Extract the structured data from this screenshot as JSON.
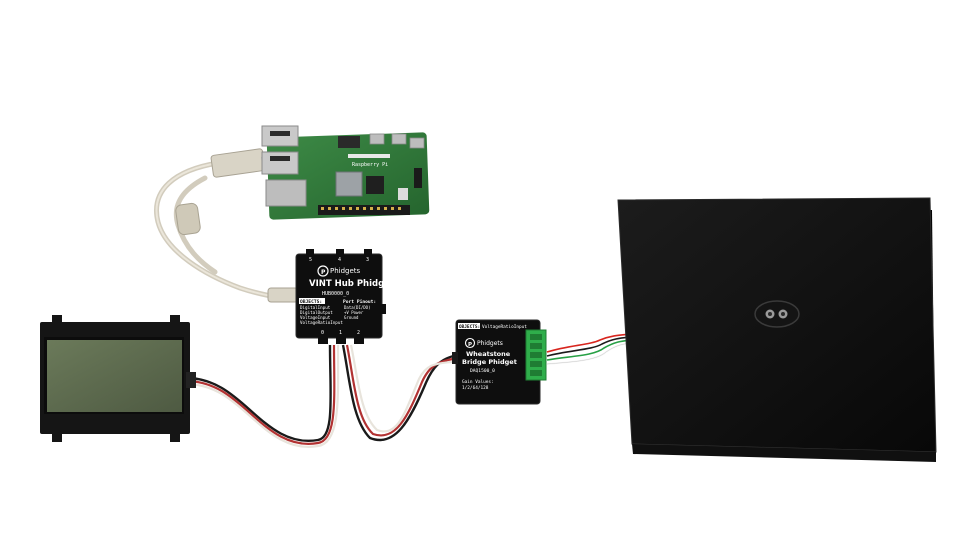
{
  "hub": {
    "brand": "Phidgets",
    "title": "VINT Hub Phidget",
    "model": "HUB0000_0",
    "objects_header": "OBJECTS:",
    "objects": [
      "DigitalInput",
      "DigitalOutput",
      "VoltageInput",
      "VoltageRatioInput"
    ],
    "pinout_header": "Port Pinout:",
    "pinout": [
      "Data(DI/DO)",
      "+V Power",
      "Ground"
    ],
    "port_numbers": [
      "0",
      "1",
      "2",
      "3",
      "4",
      "5"
    ]
  },
  "bridge": {
    "objects_header": "OBJECTS:",
    "object": "VoltageRatioInput",
    "brand": "Phidgets",
    "title_line1": "Wheatstone",
    "title_line2": "Bridge Phidget",
    "model": "DAQ1500_0",
    "gain_label": "Gain Values:",
    "gain_values": "1/2/64/128"
  },
  "raspberry_pi": {
    "silk": "Raspberry Pi"
  },
  "colors": {
    "background": "#ffffff",
    "device_body": "#111111",
    "pcb_green": "#2f7d3a",
    "terminal_green": "#2fae4b",
    "cable_beige": "#d8d2c2",
    "lcd_screen": "#5e6b4f"
  }
}
